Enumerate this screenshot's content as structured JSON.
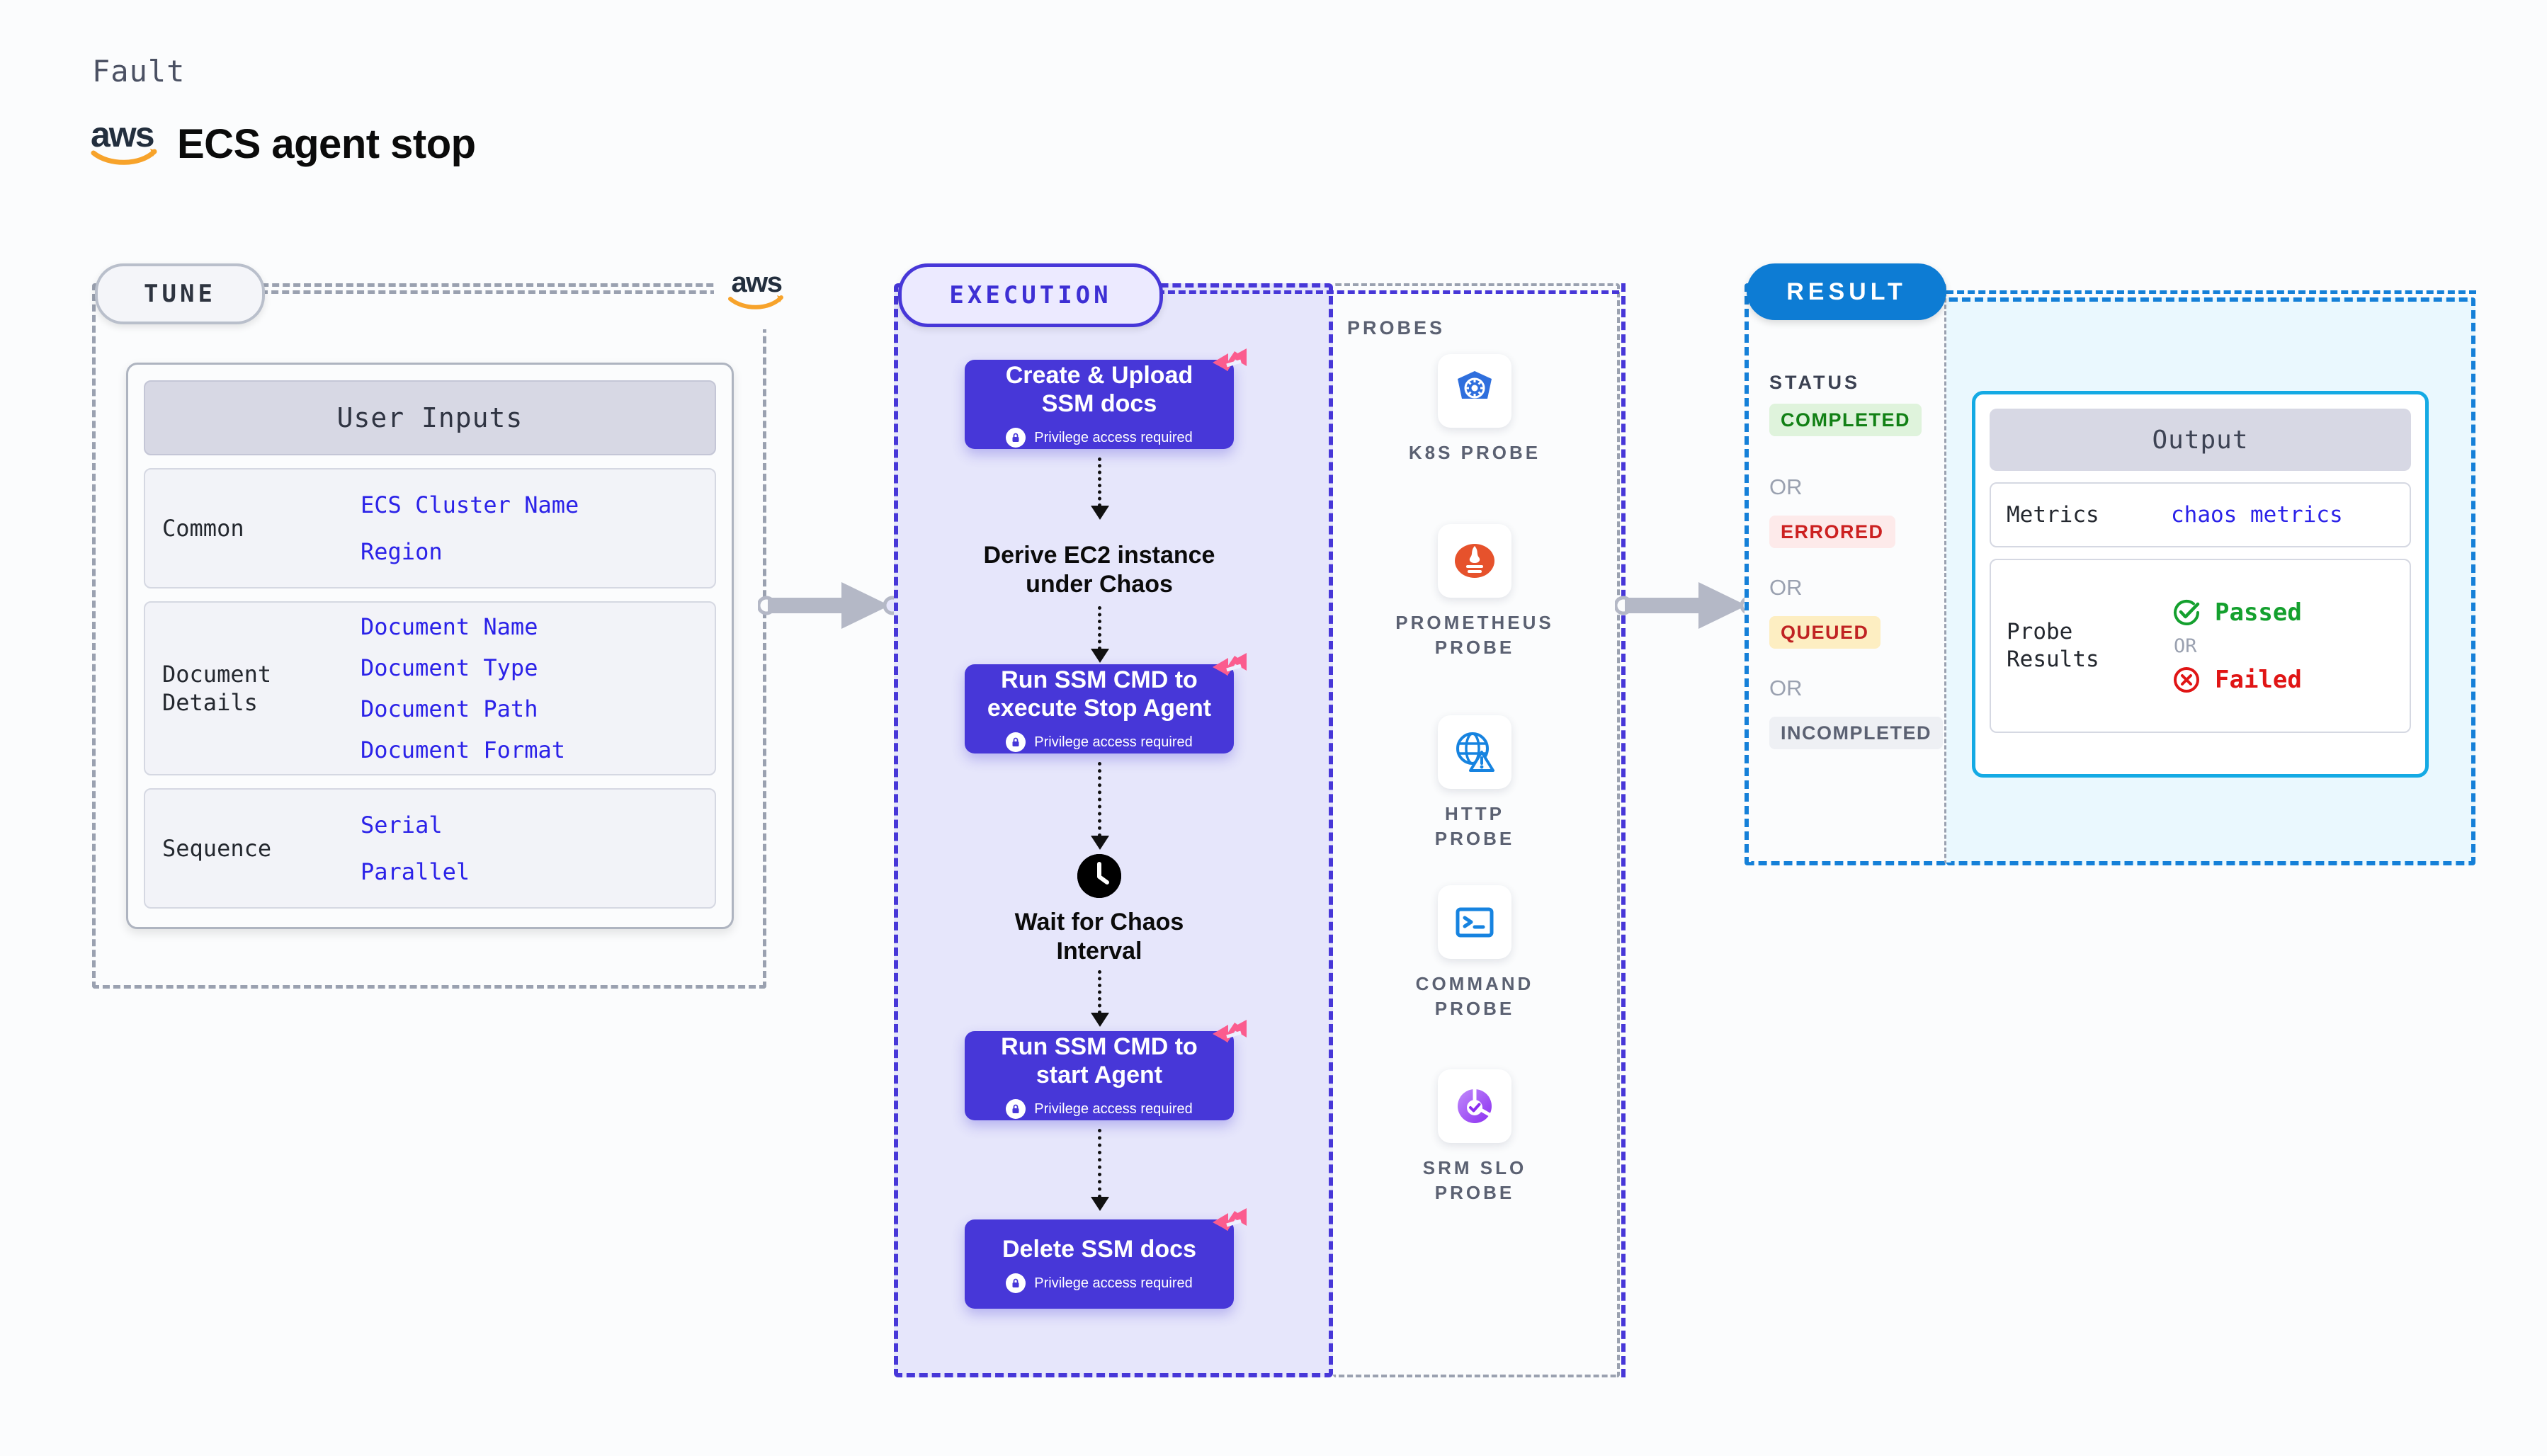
{
  "header": {
    "eyebrow": "Fault",
    "title": "ECS agent stop",
    "logo_icon": "aws-logo-icon",
    "logo_text": "aws"
  },
  "tune": {
    "pill_label": "TUNE",
    "aws_badge_icon": "aws-logo-icon",
    "card": {
      "heading": "User Inputs",
      "groups": [
        {
          "key": "Common",
          "values": [
            "ECS Cluster Name",
            "Region"
          ]
        },
        {
          "key": "Document\nDetails",
          "key_line1": "Document",
          "key_line2": "Details",
          "values": [
            "Document Name",
            "Document Type",
            "Document Path",
            "Document Format"
          ]
        },
        {
          "key": "Sequence",
          "values": [
            "Serial",
            "Parallel"
          ]
        }
      ]
    }
  },
  "execution": {
    "pill_label": "EXECUTION",
    "privilege_note": "Privilege access required",
    "nodes": [
      {
        "type": "task",
        "line1": "Create & Upload",
        "line2": "SSM docs",
        "privilege": true,
        "badge": "harness-icon"
      },
      {
        "type": "plain",
        "line1": "Derive EC2 instance",
        "line2": "under Chaos",
        "privilege": false
      },
      {
        "type": "task",
        "line1": "Run SSM CMD to",
        "line2": "execute Stop Agent",
        "privilege": true,
        "badge": "harness-icon"
      },
      {
        "type": "wait",
        "icon": "clock-icon",
        "line1": "Wait for Chaos",
        "line2": "Interval",
        "privilege": false
      },
      {
        "type": "task",
        "line1": "Run SSM CMD to",
        "line2": "start Agent",
        "privilege": true,
        "badge": "harness-icon"
      },
      {
        "type": "task",
        "line1": "Delete SSM docs",
        "line2": "",
        "privilege": true,
        "badge": "harness-icon"
      }
    ]
  },
  "probes": {
    "title": "PROBES",
    "items": [
      {
        "label_line1": "K8S  PROBE",
        "label_line2": "",
        "icon": "kubernetes-icon"
      },
      {
        "label_line1": "PROMETHEUS",
        "label_line2": "PROBE",
        "icon": "prometheus-icon"
      },
      {
        "label_line1": "HTTP  PROBE",
        "label_line2": "",
        "icon": "http-globe-warning-icon"
      },
      {
        "label_line1": "COMMAND",
        "label_line2": "PROBE",
        "icon": "terminal-icon"
      },
      {
        "label_line1": "SRM  SLO",
        "label_line2": "PROBE",
        "icon": "srm-slo-icon"
      }
    ]
  },
  "result": {
    "pill_label": "RESULT",
    "status": {
      "title": "STATUS",
      "or_label": "OR",
      "badges": [
        {
          "label": "COMPLETED",
          "bg": "#dff3dc",
          "fg": "#128015"
        },
        {
          "label": "ERRORED",
          "bg": "#fdeaea",
          "fg": "#cc2121"
        },
        {
          "label": "QUEUED",
          "bg": "#fdeec2",
          "fg": "#c02323"
        },
        {
          "label": "INCOMPLETED",
          "bg": "#eef0f4",
          "fg": "#5b6172"
        }
      ]
    },
    "output": {
      "heading": "Output",
      "metrics_key": "Metrics",
      "metrics_value": "chaos metrics",
      "probe_key_line1": "Probe",
      "probe_key_line2": "Results",
      "passed_label": "Passed",
      "failed_label": "Failed",
      "or_label": "OR",
      "passed_icon": "check-circle-icon",
      "failed_icon": "x-circle-icon"
    }
  },
  "colors": {
    "accent_purple": "#4737d8",
    "accent_blue": "#0d7cd4",
    "cyan_border": "#14aae4",
    "value_blue": "#2b22e8",
    "harness_pink": "#fb5c8e",
    "gray_border": "#9aa1b0"
  }
}
